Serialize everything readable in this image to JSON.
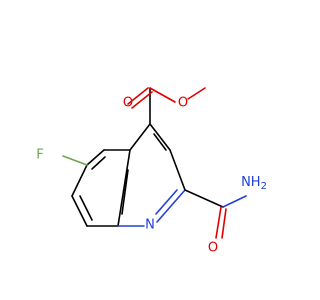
{
  "molecule": {
    "atoms": {
      "fluorine": "F",
      "ester_carbonyl_o": "O",
      "ester_ether_o": "O",
      "ring_n": "N",
      "amide_o": "O",
      "amide_nh2": "NH",
      "amide_nh2_sub": "2"
    },
    "colors": {
      "carbon_bond": "#000000",
      "oxygen": "#e00000",
      "nitrogen": "#2040d8",
      "fluorine": "#6aa84f",
      "background": "#ffffff"
    }
  }
}
